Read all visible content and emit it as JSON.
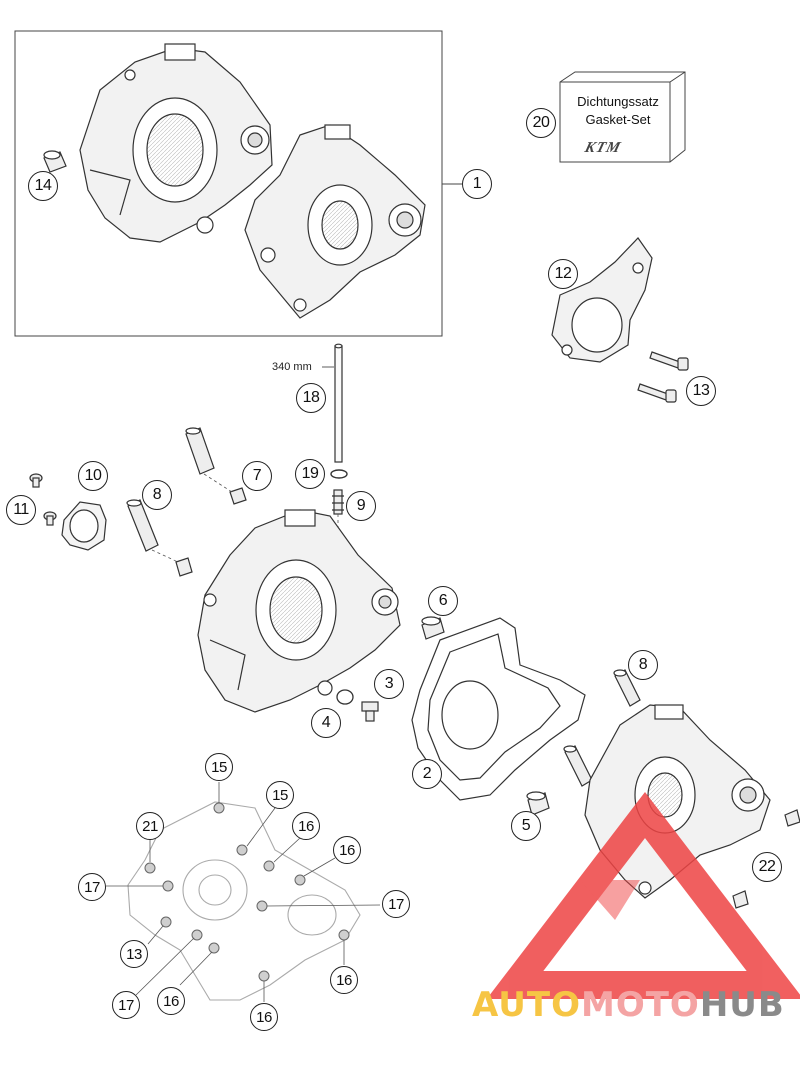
{
  "diagram": {
    "dimension_label": "340 mm",
    "gasket_kit": {
      "line1": "Dichtungssatz",
      "line2": "Gasket-Set",
      "logo": "KTM"
    },
    "watermark": {
      "part1": "AUTO",
      "part2": "MOTO",
      "part3": "HUB",
      "color1": "#f6c544",
      "color2": "#f4a4a4",
      "color3": "#8a8a8a",
      "triangle_color": "#ee4444"
    },
    "callouts": {
      "c1": "1",
      "c2": "2",
      "c3": "3",
      "c4": "4",
      "c5": "5",
      "c6": "6",
      "c7": "7",
      "c8a": "8",
      "c8b": "8",
      "c9": "9",
      "c10": "10",
      "c11": "11",
      "c12": "12",
      "c13a": "13",
      "c13b": "13",
      "c14": "14",
      "c15a": "15",
      "c15b": "15",
      "c16a": "16",
      "c16b": "16",
      "c16c": "16",
      "c16d": "16",
      "c16e": "16",
      "c17a": "17",
      "c17b": "17",
      "c17c": "17",
      "c18": "18",
      "c19": "19",
      "c20": "20",
      "c21": "21",
      "c22": "22"
    }
  }
}
